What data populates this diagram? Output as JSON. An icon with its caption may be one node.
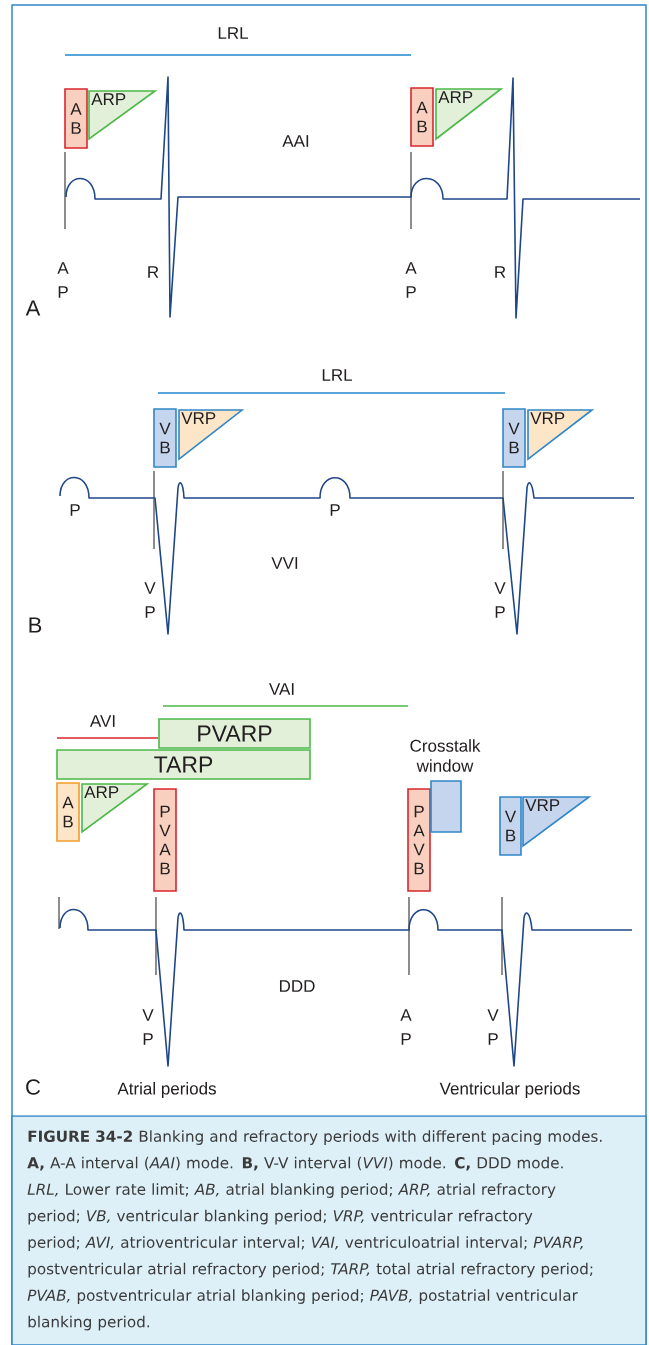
{
  "diagram": {
    "caption": "**FIGURE 34-2** Blanking and refractory periods with different pacing modes. **A,** A-A interval (*AAI*) mode. **B,** V-V interval (*VVI*) mode. **C,** DDD mode. *LRL,* Lower rate limit; *AB,* atrial blanking period; *ARP,* atrial refractory period; *VB,* ventricular blanking period; *VRP,* ventricular refractory period; *AVI,* atrioventricular interval; *VAI,* ventriculoatrial interval; *PVARP,* postventricular atrial refractory period; *TARP,* total atrial refractory period; *PVAB,* postventricular atrial blanking period; *PAVB,* postatrial ventricular blanking period.",
    "nodes": [
      {
        "text": [
          "A B"
        ]
      },
      {
        "text": [
          "ARP"
        ]
      },
      {
        "text": [
          "A B"
        ]
      },
      {
        "text": [
          "ARP"
        ]
      },
      {
        "text": [
          "V B"
        ]
      },
      {
        "text": [
          "VRP"
        ]
      },
      {
        "text": [
          "V B"
        ]
      },
      {
        "text": [
          "VRP"
        ]
      },
      {
        "text": [
          "PVARP"
        ]
      },
      {
        "text": [
          "TARP"
        ]
      },
      {
        "text": [
          "A B"
        ]
      },
      {
        "text": [
          "ARP"
        ]
      },
      {
        "text": [
          "P V A B"
        ]
      },
      {
        "text": [
          "P A V B"
        ]
      },
      {
        "text": [
          "Crosstalk window"
        ]
      },
      {
        "text": [
          "V B"
        ]
      },
      {
        "text": [
          "VRP"
        ]
      }
    ],
    "labels": [
      "LRL",
      "AAI",
      "A P",
      "R",
      "A P",
      "R",
      "A",
      "LRL",
      "P",
      "P",
      "VVI",
      "V P",
      "V P",
      "B",
      "VAI",
      "AVI",
      "DDD",
      "V P",
      "A P",
      "V P",
      "C",
      "Atrial periods",
      "Ventricular periods"
    ]
  }
}
